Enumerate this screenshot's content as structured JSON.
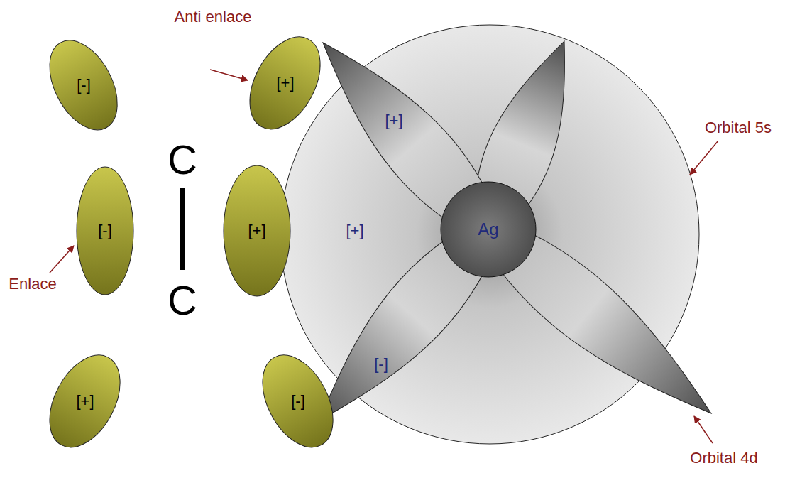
{
  "diagram": {
    "nodes": [
      {
        "text": [
          "[+]"
        ]
      },
      {
        "text": [
          "Ag"
        ],
        "in": 0
      },
      {
        "text": [
          "[+]"
        ],
        "in": 0
      },
      {
        "text": [
          "[-]"
        ],
        "in": 0
      },
      {
        "text": [
          "[-]"
        ]
      },
      {
        "text": [
          "[+]"
        ]
      },
      {
        "text": [
          "[-]"
        ]
      },
      {
        "text": [
          "[+]"
        ]
      },
      {
        "text": [
          "[+]"
        ]
      },
      {
        "text": [
          "[-]"
        ]
      }
    ],
    "labels": [
      "Anti enlace",
      "C",
      "Enlace",
      "C",
      "Orbital 5s",
      "Orbital 4d"
    ]
  }
}
